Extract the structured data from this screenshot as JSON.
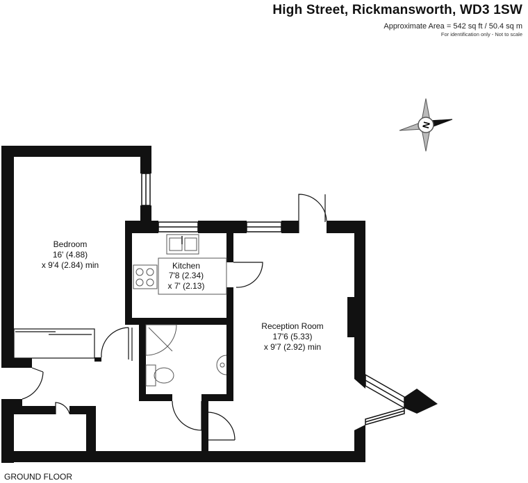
{
  "header": {
    "title": "High Street, Rickmansworth, WD3 1SW",
    "area": "Approximate Area = 542 sq ft / 50.4 sq m",
    "note": "For identification only - Not to scale"
  },
  "compass": {
    "letter": "N"
  },
  "rooms": {
    "bedroom": {
      "name": "Bedroom",
      "dim1": "16' (4.88)",
      "dim2": "x 9'4 (2.84) min"
    },
    "kitchen": {
      "name": "Kitchen",
      "dim1": "7'8 (2.34)",
      "dim2": "x 7' (2.13)"
    },
    "reception": {
      "name": "Reception Room",
      "dim1": "17'6 (5.33)",
      "dim2": "x 9'7 (2.92) min"
    }
  },
  "floor": {
    "label": "GROUND FLOOR"
  },
  "colors": {
    "wall": "#111111",
    "fixture": "#555555",
    "compass_fill": "#999999"
  }
}
